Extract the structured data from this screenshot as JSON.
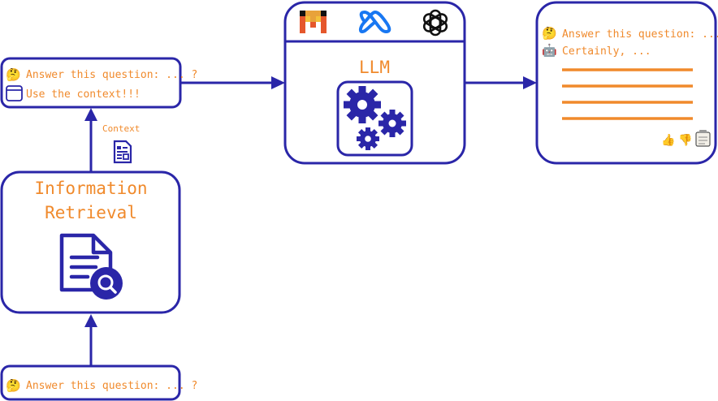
{
  "colors": {
    "stroke": "#2a26a8",
    "accent": "#f08a2c"
  },
  "query_box": {
    "text": "Answer this question: ... ?",
    "icon": "thinking-face-icon"
  },
  "retrieval_box": {
    "title_line1": "Information",
    "title_line2": "Retrieval",
    "icon": "document-search-icon"
  },
  "context_label": {
    "text": "Context",
    "icon": "document-icon"
  },
  "prompt_box": {
    "line1": "Answer this question: ... ?",
    "line2": "Use the context!!!",
    "icons": [
      "thinking-face-icon",
      "window-icon"
    ]
  },
  "llm_box": {
    "title": "LLM",
    "logos": [
      "mistral-logo",
      "meta-logo",
      "openai-logo"
    ],
    "icon": "gears-icon"
  },
  "output_box": {
    "question": "Answer this question: ... ?",
    "answer": "Certainly, ...",
    "icons": [
      "thinking-face-icon",
      "robot-icon",
      "thumbs-up-icon",
      "thumbs-down-icon",
      "clipboard-icon"
    ]
  }
}
